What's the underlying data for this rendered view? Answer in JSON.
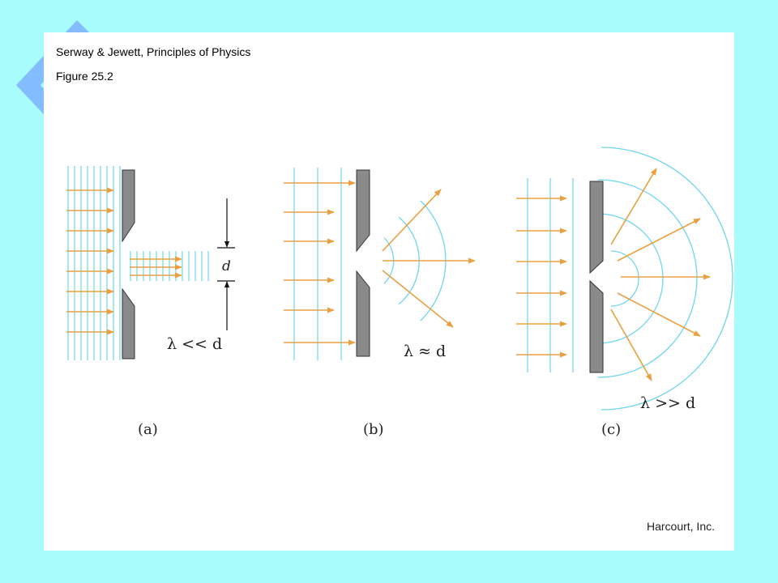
{
  "captions": {
    "line1": "Serway & Jewett, Principles of Physics",
    "line2": "Figure 25.2"
  },
  "publisher": "Harcourt, Inc.",
  "panels": {
    "a": {
      "label": "(a)",
      "relation": "λ << d",
      "gap_label": "d"
    },
    "b": {
      "label": "(b)",
      "relation": "λ ≈ d"
    },
    "c": {
      "label": "(c)",
      "relation": "λ >> d"
    }
  },
  "colors": {
    "background": "#a8fcfc",
    "decoration": "#7eb6ff",
    "wavefront": "#6fd6ee",
    "ray": "#e8a040",
    "barrier": "#8a8a8a"
  }
}
